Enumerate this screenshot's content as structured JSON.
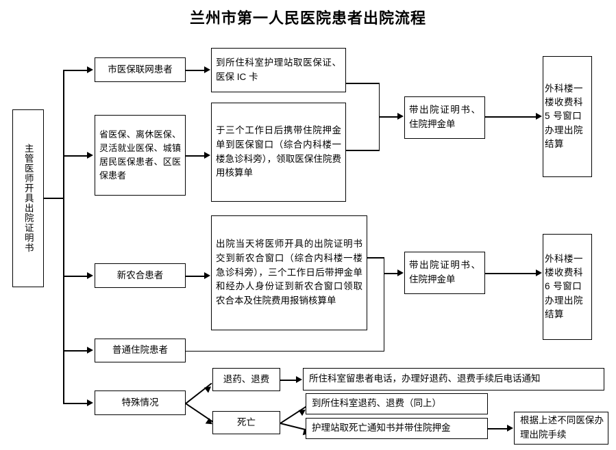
{
  "title": "兰州市第一人民医院患者出院流程",
  "colors": {
    "background": "#ffffff",
    "stroke": "#000000",
    "text": "#000000"
  },
  "nodes": {
    "start": "主管医师开具出院证明书",
    "branch_city_insurance": "市医保联网患者",
    "branch_provincial_insurance": "省医保、离休医保、灵活就业医保、城镇居民医保患者、区医保患者",
    "branch_rural_coop": "新农合患者",
    "branch_ordinary": "普通住院患者",
    "branch_special": "特殊情况",
    "step_city_insurance": "到所住科室护理站取医保证、医保 IC 卡",
    "step_provincial_insurance": "于三个工作日后携带住院押金单到医保窗口（综合内科楼一楼急诊科旁），领取医保住院费用核算单",
    "step_rural_coop": "出院当天将医师开具的出院证明书交到新农合窗口（综合内科楼一楼急诊科旁），三个工作日后带押金单和经办人身份证到新农合窗口领取农合本及住院费用报销核算单",
    "carry_docs_top": "带出院证明书、住院押金单",
    "carry_docs_mid": "带出院证明书、住院押金单",
    "window_5": "外科楼一楼收费科 5 号窗口办理出院结算",
    "window_6": "外科楼一楼收费科 6 号窗口办理出院结算",
    "special_refund": "退药、退费",
    "special_death": "死亡",
    "refund_detail": "所住科室留患者电话，办理好退药、退费手续后电话通知",
    "death_detail_1": "到所住科室退药、退费（同上）",
    "death_detail_2": "护理站取死亡通知书并带住院押金",
    "final_settlement": "根据上述不同医保办理出院手续"
  }
}
